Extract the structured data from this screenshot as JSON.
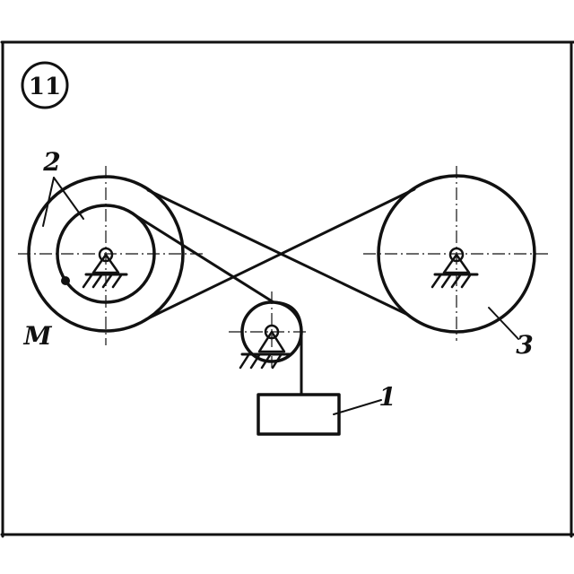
{
  "problem_number": "11",
  "labels": {
    "body1": "1",
    "body2": "2",
    "body3": "3",
    "point_m": "M"
  },
  "colors": {
    "ink": "#111111",
    "paper": "#ffffff"
  },
  "icons": [
    "pivot-support-icon",
    "ground-hatch-icon"
  ]
}
